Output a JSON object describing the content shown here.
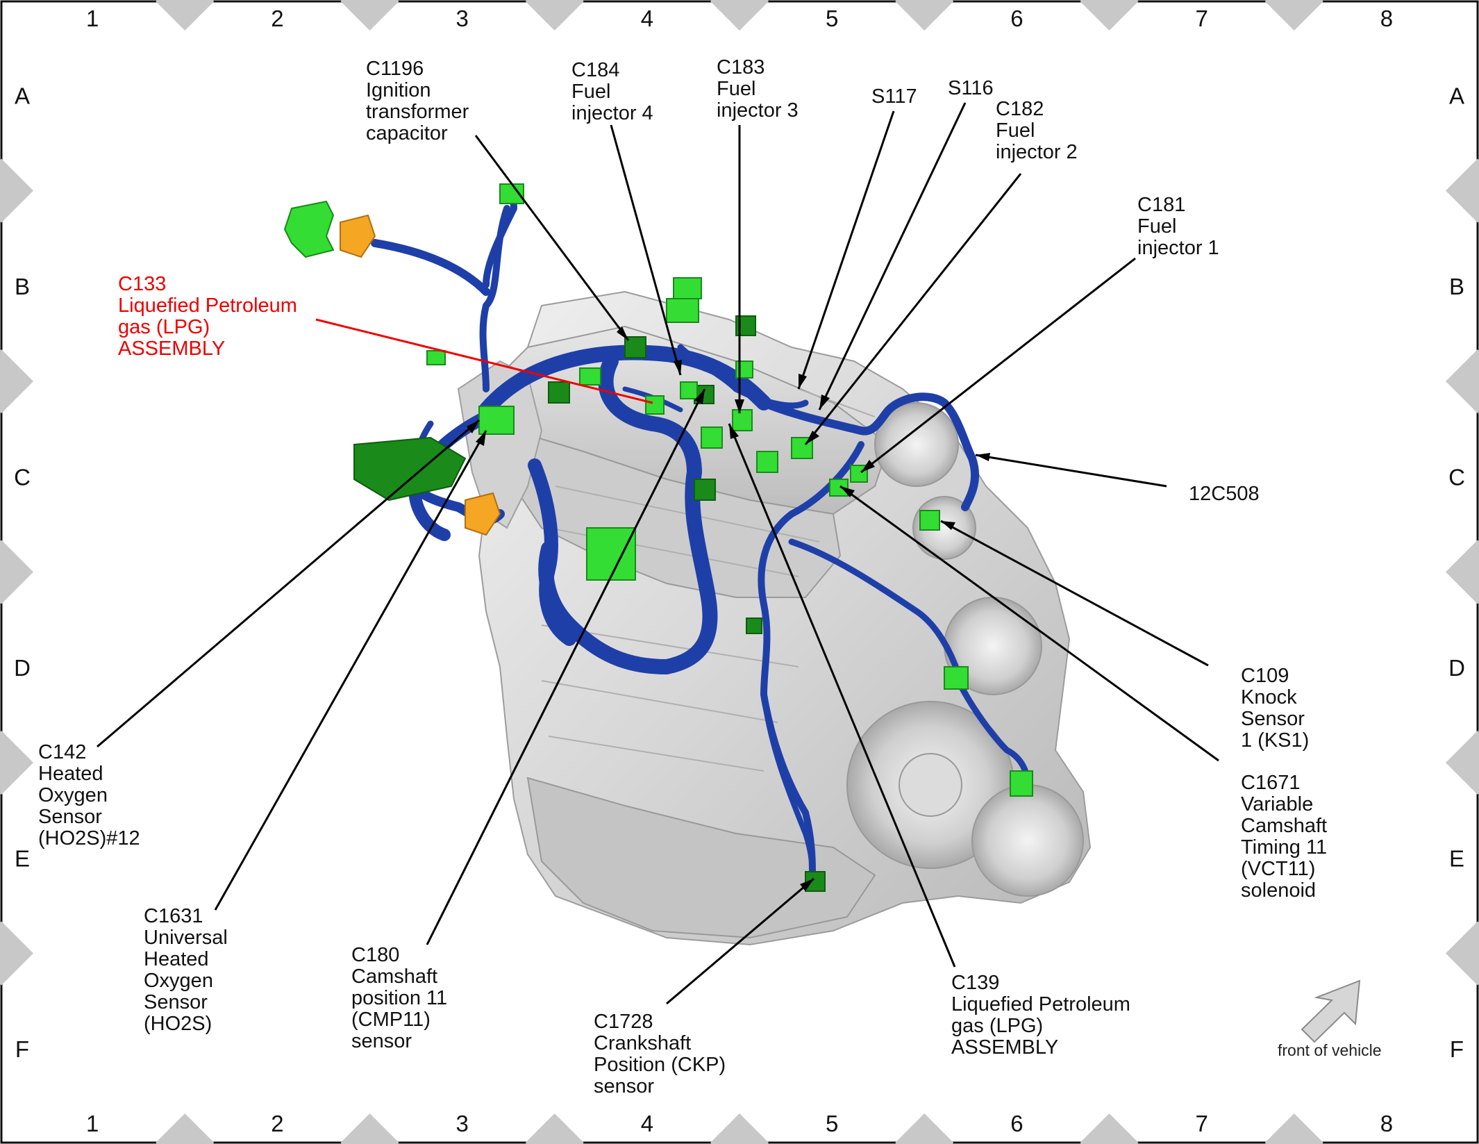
{
  "grid": {
    "columns": [
      "1",
      "2",
      "3",
      "4",
      "5",
      "6",
      "7",
      "8"
    ],
    "rows": [
      "A",
      "B",
      "C",
      "D",
      "E",
      "F"
    ]
  },
  "colors": {
    "harness": "#1f3fa8",
    "harness_dark": "#0f2a80",
    "connector": "#33dd33",
    "connector_dark": "#1a8a1a",
    "lpg_connector": "#f5a623",
    "engine": "#d8d8d8",
    "leader": "#000000",
    "highlight": "#ee0000"
  },
  "callouts": {
    "c1196": [
      "C1196",
      "Ignition",
      "transformer",
      "capacitor"
    ],
    "c184": [
      "C184",
      "Fuel",
      "injector 4"
    ],
    "c183": [
      "C183",
      "Fuel",
      "injector 3"
    ],
    "s117": [
      "S117"
    ],
    "s116": [
      "S116"
    ],
    "c182": [
      "C182",
      "Fuel",
      "injector 2"
    ],
    "c181": [
      "C181",
      "Fuel",
      "injector 1"
    ],
    "c133": [
      "C133",
      "Liquefied Petroleum",
      "gas (LPG)",
      "ASSEMBLY"
    ],
    "x12c508": [
      "12C508"
    ],
    "c109": [
      "C109",
      "Knock",
      "Sensor",
      "1 (KS1)"
    ],
    "c1671": [
      "C1671",
      "Variable",
      "Camshaft",
      "Timing 11",
      "(VCT11)",
      "solenoid"
    ],
    "c142": [
      "C142",
      "Heated",
      "Oxygen",
      "Sensor",
      "(HO2S)#12"
    ],
    "c1631": [
      "C1631",
      "Universal",
      "Heated",
      "Oxygen",
      "Sensor",
      "(HO2S)"
    ],
    "c180": [
      "C180",
      "Camshaft",
      "position 11",
      "(CMP11)",
      "sensor"
    ],
    "c1728": [
      "C1728",
      "Crankshaft",
      "Position (CKP)",
      "sensor"
    ],
    "c139": [
      "C139",
      "Liquefied Petroleum",
      "gas (LPG)",
      "ASSEMBLY"
    ]
  },
  "orientation": {
    "label": "front of vehicle",
    "icon": "arrow-icon"
  }
}
